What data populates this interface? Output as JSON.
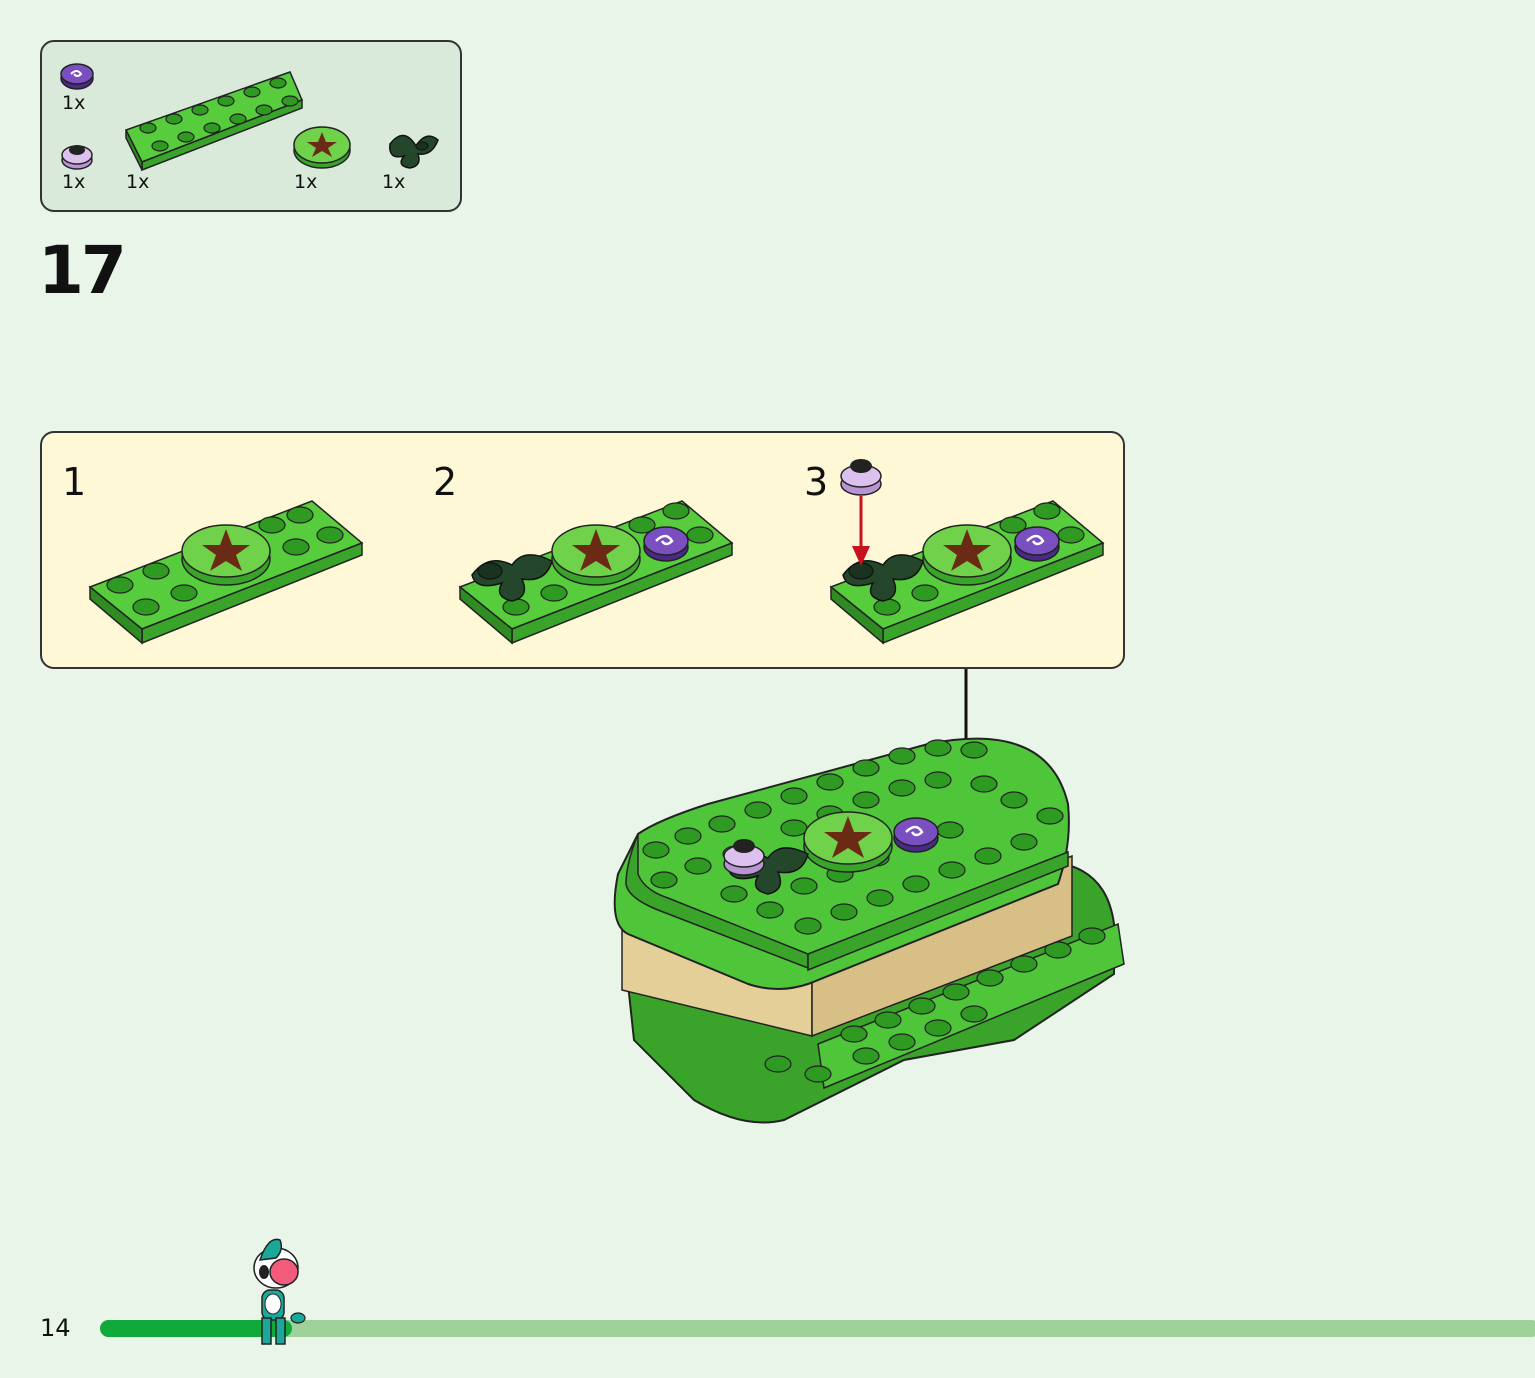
{
  "parts_list": {
    "items": [
      {
        "name": "purple swirl round tile",
        "qty": "1x"
      },
      {
        "name": "lavender round plate",
        "qty": "1x"
      },
      {
        "name": "green plate 2x6",
        "qty": "1x"
      },
      {
        "name": "green star round tile",
        "qty": "1x"
      },
      {
        "name": "dark green leaf",
        "qty": "1x"
      }
    ]
  },
  "step": {
    "number": "17"
  },
  "sub_steps": [
    {
      "number": "1"
    },
    {
      "number": "2"
    },
    {
      "number": "3"
    }
  ],
  "footer": {
    "page_number": "14",
    "progress": 0.12
  },
  "colors": {
    "brick_green": "#4fc63a",
    "stud_green": "#2f9a22",
    "dark_green": "#24472c",
    "purple": "#6a3fa8",
    "lavender": "#d6b5e8",
    "tan": "#e4cf98",
    "arrow_red": "#c8101e",
    "progress_fill": "#10aa3c",
    "progress_track": "#9fd29a"
  }
}
